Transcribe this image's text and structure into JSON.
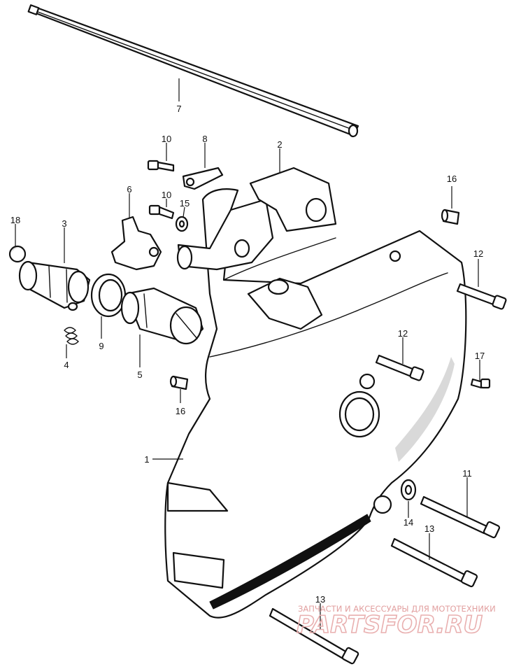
{
  "labels": {
    "l1": "1",
    "l2": "2",
    "l3": "3",
    "l4": "4",
    "l5": "5",
    "l6": "6",
    "l7": "7",
    "l8": "8",
    "l9": "9",
    "l10a": "10",
    "l10b": "10",
    "l11": "11",
    "l12a": "12",
    "l12b": "12",
    "l13a": "13",
    "l13b": "13",
    "l14": "14",
    "l15": "15",
    "l16a": "16",
    "l16b": "16",
    "l17": "17",
    "l18": "18"
  },
  "watermark": {
    "tagline": "ЗАПЧАСТИ И АКСЕССУАРЫ ДЛЯ МОТОТЕХНИКИ",
    "logo": "PARTSFOR.RU"
  }
}
